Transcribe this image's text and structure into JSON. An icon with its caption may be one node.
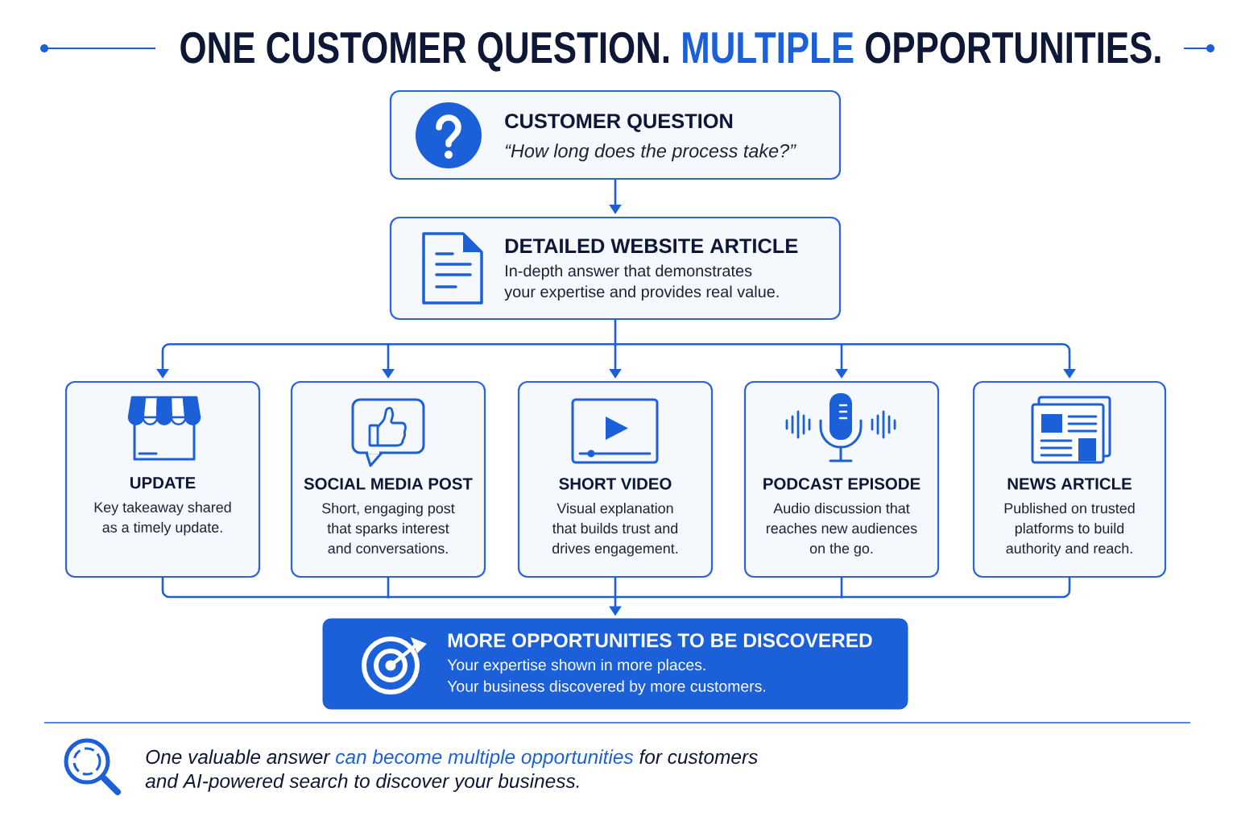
{
  "diagram": {
    "title": "ONE CUSTOMER QUESTION. **MULTIPLE** OPPORTUNITIES.",
    "nodes": [
      {
        "text": [
          "CUSTOMER QUESTION",
          "“How long does the process take?”"
        ]
      },
      {
        "text": [
          "DETAILED WEBSITE ARTICLE",
          "In-depth answer that demonstrates your expertise and provides real value."
        ]
      },
      {
        "text": [
          "UPDATE",
          "Key takeaway shared as a timely update."
        ]
      },
      {
        "text": [
          "SOCIAL MEDIA POST",
          "Short, engaging post that sparks interest and conversations."
        ]
      },
      {
        "text": [
          "SHORT VIDEO",
          "Visual explanation that builds trust and drives engagement."
        ]
      },
      {
        "text": [
          "PODCAST EPISODE",
          "Audio discussion that reaches new audiences on the go."
        ]
      },
      {
        "text": [
          "NEWS ARTICLE",
          "Published on trusted platforms to build authority and reach."
        ]
      },
      {
        "text": [
          "MORE OPPORTUNITIES TO BE DISCOVERED",
          "Your expertise shown in more places.",
          "Your business discovered by more customers."
        ]
      }
    ],
    "edges": [
      {
        "from": 0,
        "to": 1,
        "arrow": "to"
      },
      {
        "from": 1,
        "to": 2,
        "arrow": "to"
      },
      {
        "from": 1,
        "to": 3,
        "arrow": "to"
      },
      {
        "from": 1,
        "to": 4,
        "arrow": "to"
      },
      {
        "from": 1,
        "to": 5,
        "arrow": "to"
      },
      {
        "from": 1,
        "to": 6,
        "arrow": "to"
      },
      {
        "from": 2,
        "to": 7,
        "arrow": "to"
      },
      {
        "from": 3,
        "to": 7,
        "arrow": "to"
      },
      {
        "from": 4,
        "to": 7,
        "arrow": "to"
      },
      {
        "from": 5,
        "to": 7,
        "arrow": "to"
      },
      {
        "from": 6,
        "to": 7,
        "arrow": "to"
      }
    ],
    "labels": [
      "One valuable answer **can become multiple opportunities** for customers and AI-powered search to discover your business."
    ]
  }
}
